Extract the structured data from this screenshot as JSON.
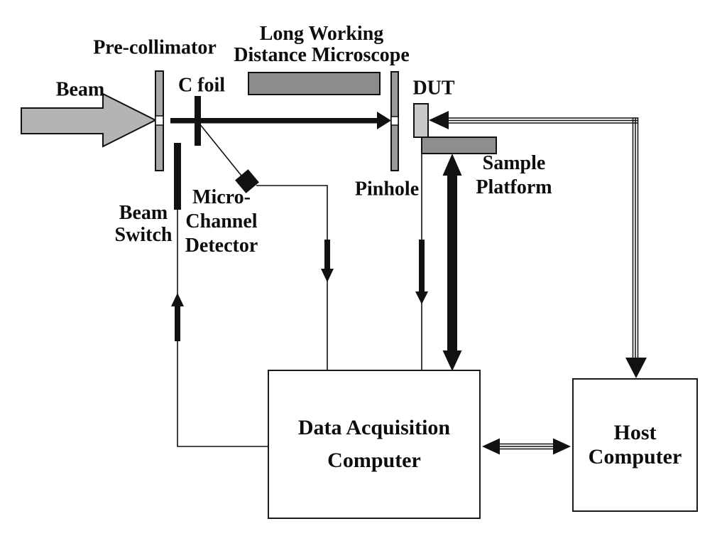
{
  "diagram": {
    "type": "experimental-setup-block-diagram",
    "labels": {
      "beam": "Beam",
      "pre_collimator": "Pre-collimator",
      "c_foil": "C foil",
      "microscope_l1": "Long Working",
      "microscope_l2": "Distance Microscope",
      "dut": "DUT",
      "pinhole": "Pinhole",
      "sample_platform_l1": "Sample",
      "sample_platform_l2": "Platform",
      "beam_switch_l1": "Beam",
      "beam_switch_l2": "Switch",
      "mcp_l1": "Micro-",
      "mcp_l2": "Channel",
      "mcp_l3": "Detector",
      "dac_l1": "Data Acquisition",
      "dac_l2": "Computer",
      "host_l1": "Host",
      "host_l2": "Computer"
    },
    "colors": {
      "background": "#ffffff",
      "ink": "#111111",
      "beam_arrow": "#b4b4b4",
      "collimator_bar": "#a9a9a9",
      "pinhole_bar": "#9a9a9a",
      "microscope_bar": "#8c8c8c",
      "platform": "#8e8e8e",
      "dut": "#c9c9c9"
    },
    "connections": [
      "Beam → Pre-collimator → C foil → Pinhole → DUT (horizontal beam line with arrowhead at Pinhole)",
      "C foil → Micro-Channel Detector (thin diagonal line)",
      "Micro-Channel Detector → Data Acquisition Computer (thin line, downward arrow)",
      "Sample Platform → Data Acquisition Computer (thin line, downward arrow)",
      "Sample Platform ↔ Data Acquisition Computer (thick double-headed arrow)",
      "Data Acquisition Computer → Beam Switch (thin line, upward arrow)",
      "DUT ↔ Host Computer (triple-line cable with arrowheads into DUT and into Host Computer)",
      "Data Acquisition Computer ↔ Host Computer (triple-line cable, arrowheads both ends)"
    ]
  }
}
